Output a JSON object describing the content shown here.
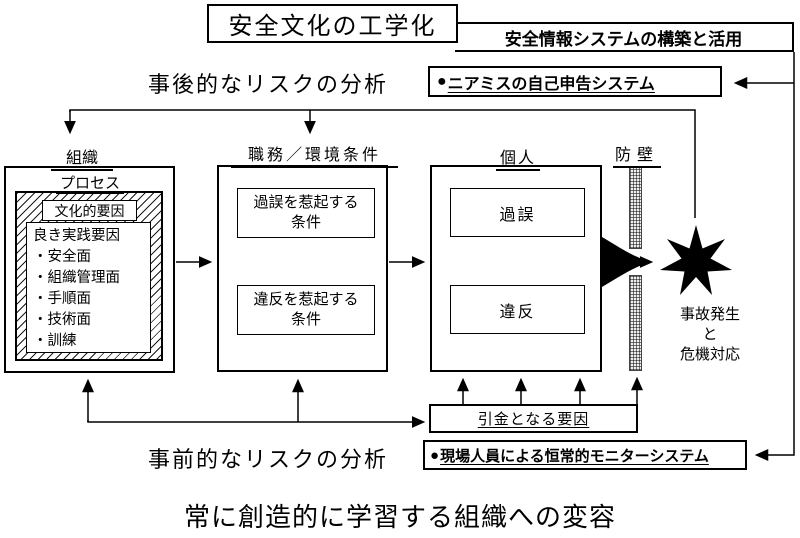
{
  "title": "安全文化の工学化",
  "info_system": {
    "heading": "安全情報システムの構築と活用",
    "bullet": "●",
    "near_miss": "ニアミスの自己申告システム",
    "monitor": "現場人員による恒常的モニターシステム"
  },
  "analysis": {
    "post": "事後的なリスクの分析",
    "pre": "事前的なリスクの分析"
  },
  "organization": {
    "label": "組織",
    "process_label": "プロセス",
    "cultural_label": "文化的要因",
    "practices_title": "良き実践要因",
    "practices": [
      "・安全面",
      "・組織管理面",
      "・手順面",
      "・技術面",
      "・訓練"
    ]
  },
  "job": {
    "label": "職務／環境条件",
    "error_line1": "過誤を惹起する",
    "error_line2": "条件",
    "violation_line1": "違反を惹起する",
    "violation_line2": "条件"
  },
  "individual": {
    "label": "個人",
    "error": "過誤",
    "violation": "違反"
  },
  "barrier": {
    "label": "防壁"
  },
  "accident": {
    "line1": "事故発生",
    "line2": "と",
    "line3": "危機対応"
  },
  "trigger": {
    "label": "引金となる要因"
  },
  "caption": "常に創造的に学習する組織への変容",
  "colors": {
    "ink": "#000000",
    "paper": "#ffffff"
  }
}
